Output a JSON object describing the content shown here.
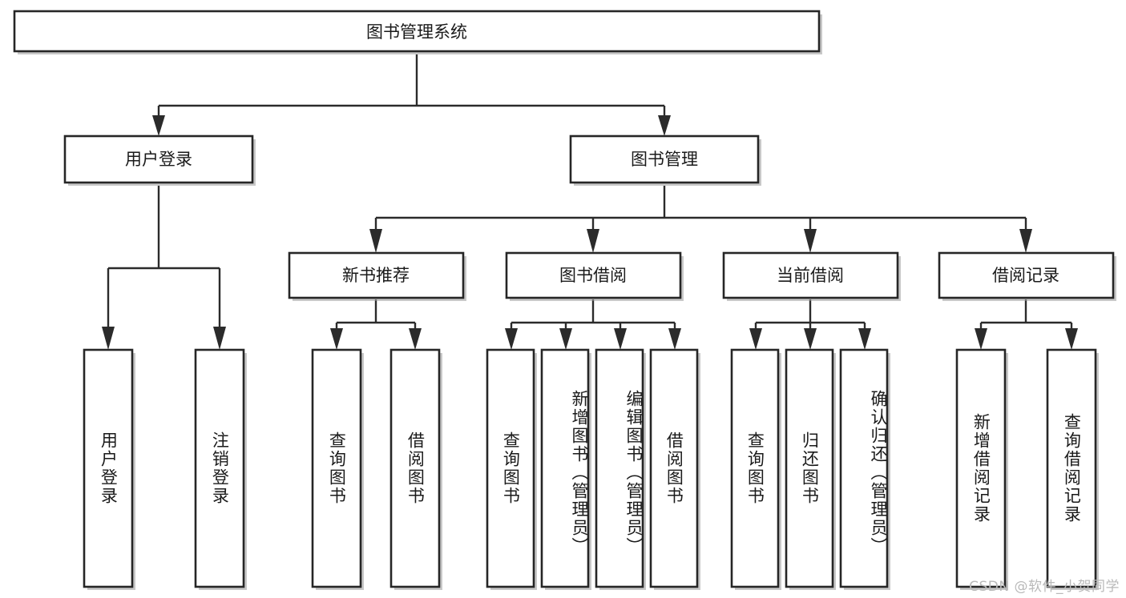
{
  "diagram": {
    "title": "图书管理系统",
    "type": "tree-hierarchy-diagram",
    "watermark": "CSDN @软件_小贺同学",
    "colors": {
      "node_fill": "#ffffff",
      "node_stroke": "#262626",
      "connector": "#2b2b2b",
      "text": "#1a1a1a",
      "watermark": "#b9b9b9",
      "background": "#ffffff"
    },
    "root": {
      "id": "root",
      "label": "图书管理系统"
    },
    "level2": [
      {
        "id": "user-login",
        "label": "用户登录"
      },
      {
        "id": "book-manage",
        "label": "图书管理"
      }
    ],
    "level3": [
      {
        "id": "new-book-rec",
        "label": "新书推荐",
        "parent": "book-manage"
      },
      {
        "id": "book-borrow",
        "label": "图书借阅",
        "parent": "book-manage"
      },
      {
        "id": "current-borrow",
        "label": "当前借阅",
        "parent": "book-manage"
      },
      {
        "id": "borrow-record",
        "label": "借阅记录",
        "parent": "book-manage"
      }
    ],
    "leaves": {
      "user-login": [
        {
          "id": "leaf-user-login",
          "label": "用户登录"
        },
        {
          "id": "leaf-logout",
          "label": "注销登录"
        }
      ],
      "new-book-rec": [
        {
          "id": "leaf-query-book-1",
          "label": "查询图书"
        },
        {
          "id": "leaf-borrow-book-1",
          "label": "借阅图书"
        }
      ],
      "book-borrow": [
        {
          "id": "leaf-query-book-2",
          "label": "查询图书"
        },
        {
          "id": "leaf-add-book",
          "label": "新增图书（管理员）"
        },
        {
          "id": "leaf-edit-book",
          "label": "编辑图书（管理员）"
        },
        {
          "id": "leaf-borrow-book-2",
          "label": "借阅图书"
        }
      ],
      "current-borrow": [
        {
          "id": "leaf-query-book-3",
          "label": "查询图书"
        },
        {
          "id": "leaf-return-book",
          "label": "归还图书"
        },
        {
          "id": "leaf-confirm-return",
          "label": "确认归还（管理员）"
        }
      ],
      "borrow-record": [
        {
          "id": "leaf-add-record",
          "label": "新增借阅记录"
        },
        {
          "id": "leaf-query-record",
          "label": "查询借阅记录"
        }
      ]
    }
  }
}
